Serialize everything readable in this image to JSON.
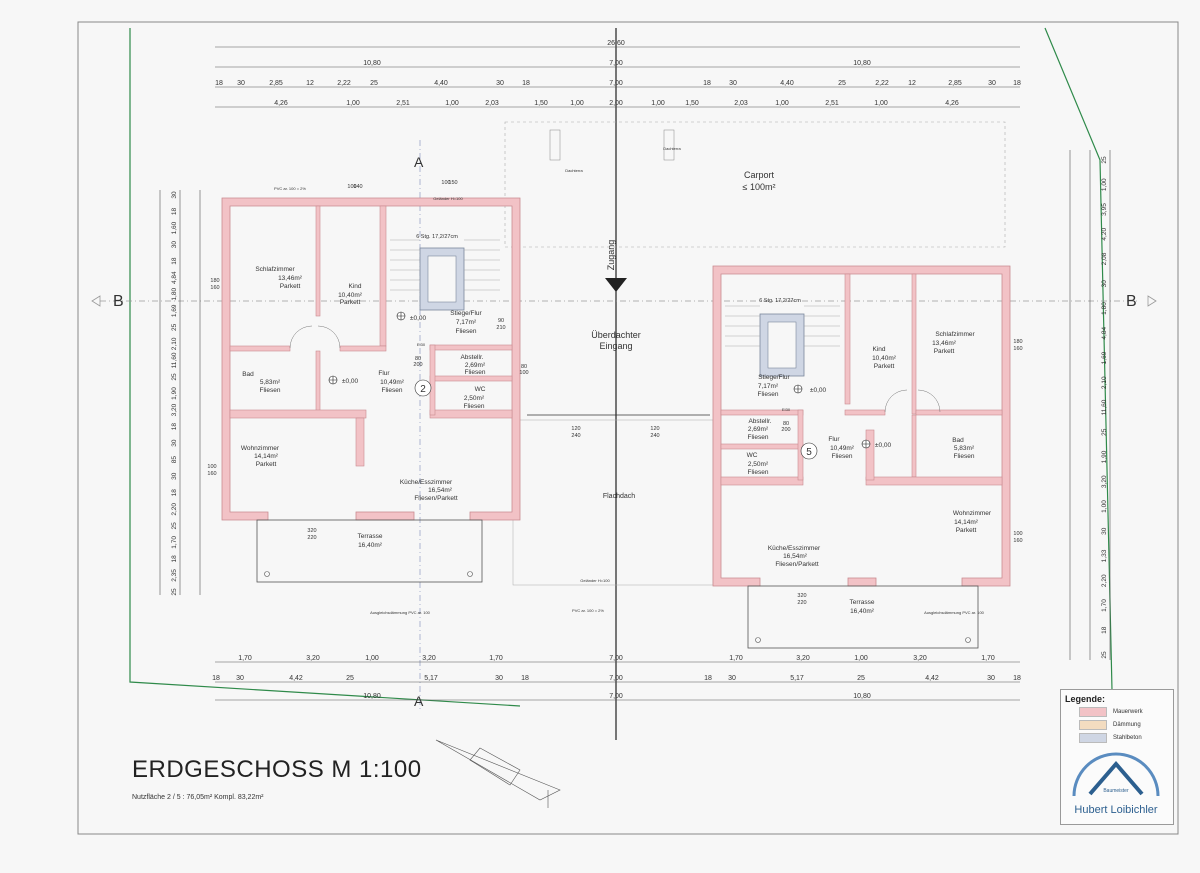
{
  "title": "ERDGESCHOSS M 1:100",
  "subtitle": "Nutzfläche 2 / 5 : 76,05m²  Kompl. 83,22m²",
  "section_labels": {
    "a": "A",
    "b": "B"
  },
  "dimensions_top": {
    "total": "26,60",
    "half_left": "10,80",
    "half_right": "10,80",
    "center": "7,00",
    "row1_left": [
      "18",
      "30",
      "2,85",
      "12",
      "2,22",
      "25",
      "4,40",
      "30",
      "18"
    ],
    "row1_right": [
      "18",
      "30",
      "4,40",
      "25",
      "2,22",
      "12",
      "2,85",
      "30",
      "18"
    ],
    "row2_left": [
      "4,26",
      "1,00",
      "2,51",
      "1,00",
      "2,03",
      "1,50",
      "1,00"
    ],
    "row2_center": "2,00",
    "row2_right": [
      "1,00",
      "1,50",
      "2,03",
      "1,00",
      "2,51",
      "1,00",
      "4,26"
    ]
  },
  "dimensions_bottom": {
    "row1_left": [
      "1,70",
      "3,20",
      "1,00",
      "3,20",
      "1,70"
    ],
    "row1_center": "7,00",
    "row1_right": [
      "1,70",
      "3,20",
      "1,00",
      "3,20",
      "1,70"
    ],
    "row2_left": [
      "18",
      "30",
      "4,42",
      "25",
      "5,17",
      "30",
      "18"
    ],
    "row2_right": [
      "18",
      "30",
      "5,17",
      "25",
      "4,42",
      "30",
      "18"
    ],
    "total_left": "10,80",
    "total_center": "7,00",
    "total_right": "10,80"
  },
  "dimensions_left_vertical": [
    "30",
    "18",
    "1,60",
    "30",
    "18",
    "4,84",
    "1,80",
    "1,69",
    "25",
    "2,10",
    "11,60",
    "25",
    "1,90",
    "3,20",
    "18",
    "30",
    "85",
    "30",
    "18",
    "2,20",
    "25",
    "1,70",
    "18",
    "2,35",
    "25"
  ],
  "dimensions_right_vertical": [
    "25",
    "1,00",
    "3,95",
    "4,20",
    "2,08",
    "30",
    "1,80",
    "4,84",
    "1,69",
    "2,10",
    "11,60",
    "25",
    "1,90",
    "3,20",
    "1,00",
    "30",
    "1,33",
    "2,20",
    "1,70",
    "18",
    "25"
  ],
  "unit_left": {
    "number": "2",
    "rooms": [
      {
        "name": "Schlafzimmer",
        "area": "13,46m²",
        "floor": "Parkett"
      },
      {
        "name": "Kind",
        "area": "10,40m²",
        "floor": "Parkett"
      },
      {
        "name": "Stiege/Flur",
        "area": "7,17m²",
        "floor": "Fliesen"
      },
      {
        "name": "Bad",
        "area": "5,83m²",
        "floor": "Fliesen"
      },
      {
        "name": "Flur",
        "area": "10,49m²",
        "floor": "Fliesen"
      },
      {
        "name": "Abstellr.",
        "area": "2,69m²",
        "floor": "Fliesen"
      },
      {
        "name": "WC",
        "area": "2,50m²",
        "floor": "Fliesen"
      },
      {
        "name": "Wohnzimmer",
        "area": "14,14m²",
        "floor": "Parkett"
      },
      {
        "name": "Küche/Esszimmer",
        "area": "16,54m²",
        "floor": "Fliesen/Parkett"
      },
      {
        "name": "Terrasse",
        "area": "16,40m²",
        "floor": ""
      }
    ],
    "stair": "6 Stg. 17,2/27cm",
    "levels": [
      "±0,00",
      "±0,00"
    ]
  },
  "unit_right": {
    "number": "5",
    "rooms": [
      {
        "name": "Schlafzimmer",
        "area": "13,46m²",
        "floor": "Parkett"
      },
      {
        "name": "Kind",
        "area": "10,40m²",
        "floor": "Parkett"
      },
      {
        "name": "Stiege/Flur",
        "area": "7,17m²",
        "floor": "Fliesen"
      },
      {
        "name": "Bad",
        "area": "5,83m²",
        "floor": "Fliesen"
      },
      {
        "name": "Flur",
        "area": "10,49m²",
        "floor": "Fliesen"
      },
      {
        "name": "Abstellr.",
        "area": "2,69m²",
        "floor": "Fliesen"
      },
      {
        "name": "WC",
        "area": "2,50m²",
        "floor": "Fliesen"
      },
      {
        "name": "Wohnzimmer",
        "area": "14,14m²",
        "floor": "Parkett"
      },
      {
        "name": "Küche/Esszimmer",
        "area": "16,54m²",
        "floor": "Fliesen/Parkett"
      },
      {
        "name": "Terrasse",
        "area": "16,40m²",
        "floor": ""
      }
    ],
    "stair": "6 Stg. 17,2/27cm",
    "levels": [
      "±0,00",
      "±0,00"
    ]
  },
  "center": {
    "carport": "Carport",
    "carport_area": "≤ 100m²",
    "entrance_1": "Überdachter",
    "entrance_2": "Eingang",
    "access": "Zugang",
    "roof": "Flachdach"
  },
  "openings": [
    "100",
    "140",
    "100",
    "150",
    "80",
    "200",
    "90",
    "210",
    "80",
    "100",
    "120",
    "240",
    "180",
    "160",
    "100",
    "160",
    "320",
    "220"
  ],
  "small_notes": [
    "Geländer H=100",
    "Geländer H=100",
    "PVC ar. 100 = 2%",
    "PVC ar. 100 = 2%",
    "Ausgleichsdämmung PVC ar. 100",
    "Ausgleichsdämmung PVC ar. 100",
    "EI30",
    "EI30",
    "Dachterra",
    "Dachterra"
  ],
  "legend": {
    "title": "Legende:",
    "items": [
      {
        "label": "Mauerwerk",
        "color": "#f2c2c6"
      },
      {
        "label": "Dämmung",
        "color": "#f3dcc0"
      },
      {
        "label": "Stahlbeton",
        "color": "#cfd6e4"
      }
    ]
  },
  "logo": {
    "job": "Baumeister",
    "name": "Hubert Loibichler"
  },
  "colors": {
    "wall": "#f2c2c6",
    "wall_stroke": "#c98a90",
    "insulation": "#f3dcc0",
    "line": "#555555",
    "accent": "#2c5f8f"
  }
}
